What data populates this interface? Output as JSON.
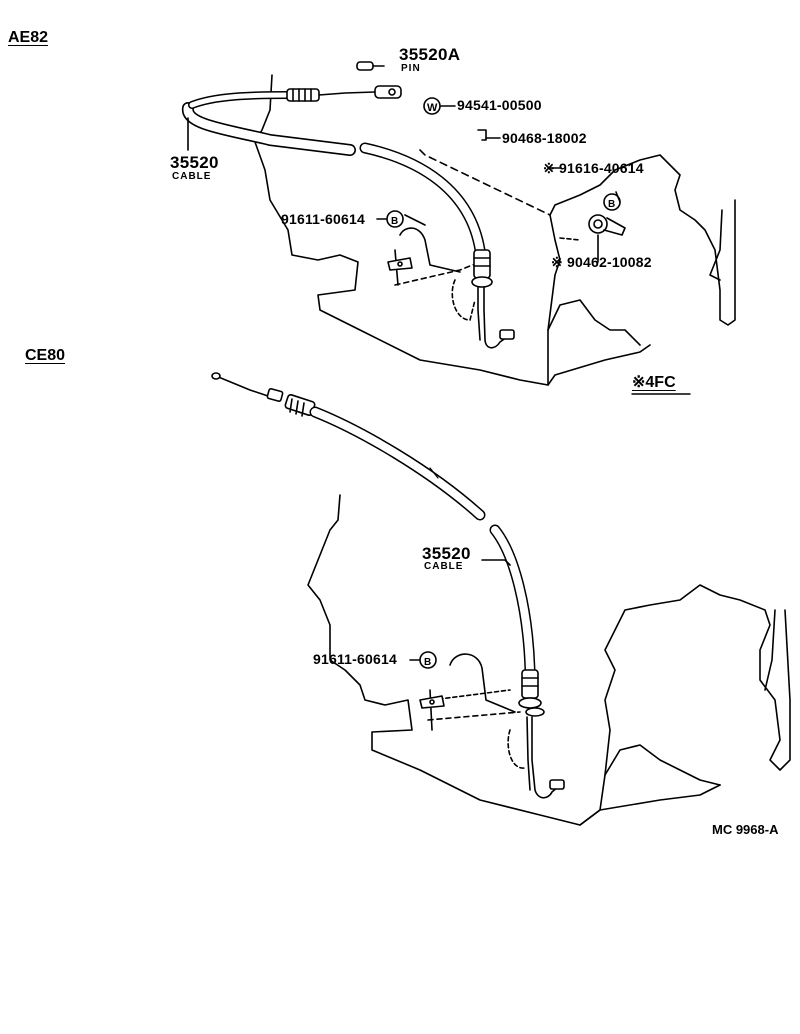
{
  "sections": {
    "ae82": "AE82",
    "ce80": "CE80",
    "note_4fc": "※4FC"
  },
  "ae82": {
    "pin_part": "35520A",
    "pin_name": "PIN",
    "washer_part": "94541-00500",
    "washer_symbol": "W",
    "clip_part": "90468-18002",
    "cable_part": "35520",
    "cable_name": "CABLE",
    "bolt_part_star": "※ 91616-40614",
    "bolt_part_left": "91611-60614",
    "bolt_symbol": "B",
    "clamp_part_star": "※ 90462-10082"
  },
  "ce80": {
    "cable_part": "35520",
    "cable_name": "CABLE",
    "bolt_part": "91611-60614",
    "bolt_symbol": "B"
  },
  "reference": "MC  9968-A",
  "icons": [
    "washer-w-icon",
    "bolt-b-icon"
  ]
}
